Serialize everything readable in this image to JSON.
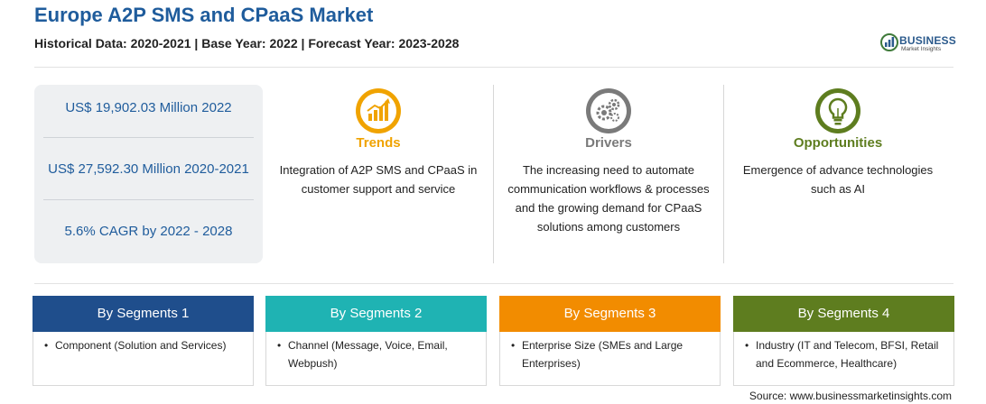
{
  "header": {
    "title": "Europe A2P SMS and CPaaS Market",
    "subtitle": "Historical Data: 2020-2021 | Base Year: 2022 | Forecast Year: 2023-2028"
  },
  "logo": {
    "main": "BUSINESS",
    "sub": "Market Insights"
  },
  "stats": [
    "US$ 19,902.03 Million 2022",
    "US$ 27,592.30 Million 2020-2021",
    "5.6% CAGR by 2022 - 2028"
  ],
  "columns": [
    {
      "heading": "Trends",
      "text": "Integration of A2P SMS and CPaaS in customer support and service",
      "color": "#f0a300",
      "icon": "trend-chart-icon"
    },
    {
      "heading": "Drivers",
      "text": "The increasing need to automate communication workflows & processes and the growing demand for CPaaS solutions among customers",
      "color": "#7a7a7a",
      "icon": "gears-icon"
    },
    {
      "heading": "Opportunities",
      "text": "Emergence of advance technologies such as AI",
      "color": "#5e7d1f",
      "icon": "lightbulb-icon"
    }
  ],
  "segments": [
    {
      "title": "By Segments 1",
      "bullet": "•",
      "text": "Component (Solution and Services)",
      "color": "#1f4e8c"
    },
    {
      "title": "By Segments 2",
      "bullet": "•",
      "text": "Channel (Message, Voice, Email, Webpush)",
      "color": "#1fb3b3"
    },
    {
      "title": "By Segments 3",
      "bullet": "•",
      "text": "Enterprise Size (SMEs and Large Enterprises)",
      "color": "#f28c00"
    },
    {
      "title": "By Segments 4",
      "bullet": "•",
      "text": "Industry (IT and Telecom, BFSI, Retail and Ecommerce, Healthcare)",
      "color": "#5e7d1f"
    }
  ],
  "source": "Source: www.businessmarketinsights.com"
}
